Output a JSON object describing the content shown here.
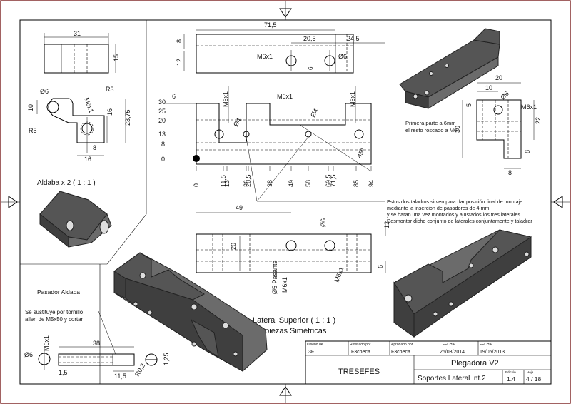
{
  "dims_top": {
    "d71_5": "71,5",
    "d20_5": "20,5",
    "d24_5": "24,5",
    "d8": "8",
    "d12": "12",
    "d6": "6",
    "m6": "M6x1",
    "phi6": "Ø6"
  },
  "aldaba": {
    "d31": "31",
    "d15": "15",
    "phi6": "Ø6",
    "r3": "R3",
    "d10": "10",
    "r5": "R5",
    "m6": "M6x1",
    "d16": "16",
    "d23_75": "23,75",
    "d8": "8",
    "d16b": "16",
    "caption": "Aldaba x 2 ( 1 : 1 )"
  },
  "front": {
    "y30": "30",
    "y25": "25",
    "y20": "20",
    "y13": "13",
    "y8": "8",
    "y0": "0",
    "d6": "6",
    "m6a": "M6x1",
    "m6b": "M6x1",
    "m6c": "M6x1",
    "phi4a": "Ø4",
    "phi4b": "Ø4",
    "ang": "45º",
    "xlabels": [
      "0",
      "11,5",
      "13",
      "26",
      "26,5",
      "38",
      "49",
      "58",
      "69,5",
      "71,5",
      "85",
      "94"
    ]
  },
  "right_view": {
    "d20": "20",
    "d10": "10",
    "d5": "5",
    "phi6": "Ø6",
    "m6": "M6x1",
    "d30": "30",
    "d22": "22",
    "d8": "8",
    "d8b": "8",
    "note": [
      "Primera parte a 6mm",
      "el resto roscado a M6"
    ]
  },
  "note_main": [
    "Estos dos taladros sirven para dar posición final de montaje",
    "mediante la insercion de pasadores de 4 mm,",
    "y se haran una vez montados y ajustados los tres laterales",
    "Desmontar dicho conjunto de laterales conjuntamente y taladrar"
  ],
  "bottom_view": {
    "d49": "49",
    "phi6": "Ø6",
    "d12": "12",
    "d20": "20",
    "d6": "6",
    "m6a": "M6x1",
    "m6b": "M6x1",
    "pasante": "Ø5 Pasante"
  },
  "lateral_caption": [
    "Lateral Superior ( 1 : 1 )",
    "2 piezas Simétricas"
  ],
  "pasador": {
    "title": "Pasador Aldaba",
    "note": [
      "Se sustituye por tornillo",
      "allen de M5x50 y cortar"
    ],
    "m6": "M6x1",
    "phi6": "Ø6",
    "d38": "38",
    "d1_5": "1,5",
    "d11_5": "11,5",
    "r0_2": "R0,2",
    "d1_25": "1,25"
  },
  "title_block": {
    "h_disenio": "Diseño de",
    "h_revisado": "Revisado por",
    "h_aprobado": "Aprobado por",
    "h_fecha": "FECHA",
    "h_fecha2": "FECHA",
    "disenio": "3F",
    "revisado": "F3checa",
    "aprobado": "F3checa",
    "fecha_rev": "26/03/2014",
    "fecha": "19/05/2013",
    "company": "TRESEFES",
    "project": "Plegadora V2",
    "part": "Soportes Lateral Int.2",
    "h_edicion": "Edición",
    "h_hoja": "Hoja",
    "edicion": "1.4",
    "hoja": "4 / 18"
  }
}
